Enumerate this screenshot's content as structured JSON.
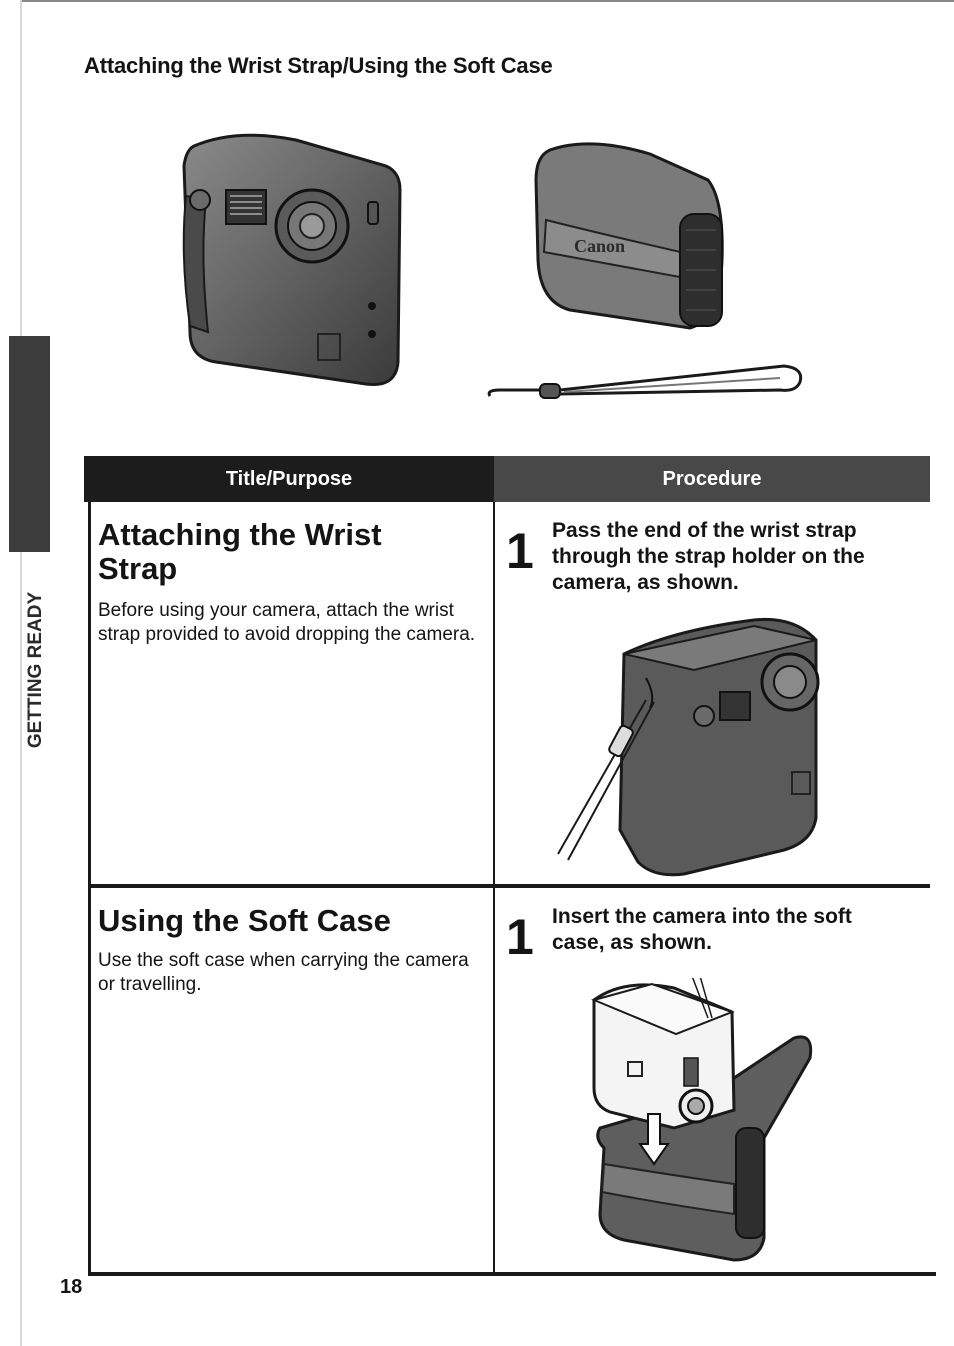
{
  "header": {
    "section_title": "Attaching the Wrist Strap/Using the Soft Case"
  },
  "side_tab": {
    "label": "GETTING READY"
  },
  "page_number": "18",
  "table": {
    "col_title": "Title/Purpose",
    "col_procedure": "Procedure",
    "rows": [
      {
        "title_line1": "Attaching the Wrist",
        "title_line2": "Strap",
        "description": "Before using your camera, attach the wrist strap provided to avoid dropping the camera.",
        "step_number": "1",
        "step_text": "Pass the end of the wrist strap through the strap holder on the camera, as shown."
      },
      {
        "title_line1": "Using the Soft Case",
        "description": "Use the soft case when carrying the camera or travelling.",
        "step_number": "1",
        "step_text": "Insert the camera into the soft case, as shown."
      }
    ]
  },
  "illustrations": {
    "case_brand": "Canon"
  },
  "colors": {
    "header_dark": "#1c1c1c",
    "header_mid": "#484848",
    "side_bar": "#3c3c3c"
  }
}
